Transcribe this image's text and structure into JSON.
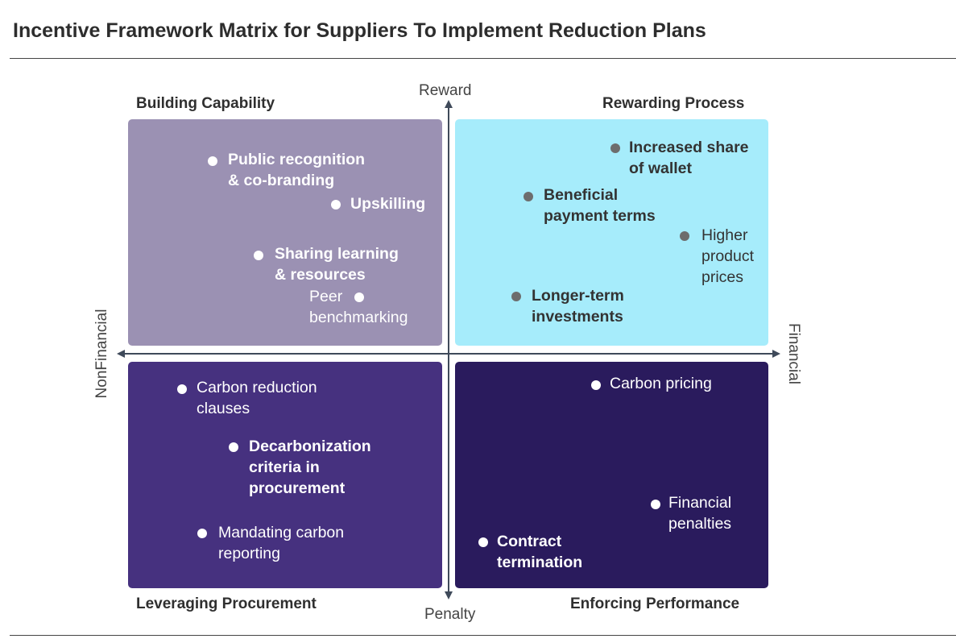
{
  "title": "Incentive Framework Matrix for Suppliers To Implement Reduction Plans",
  "axes": {
    "top": "Reward",
    "bottom": "Penalty",
    "left": "NonFinancial",
    "right": "Financial"
  },
  "quadrants": {
    "top_left": {
      "label": "Building Capability",
      "color": "#9b91b3"
    },
    "top_right": {
      "label": "Rewarding Process",
      "color": "#a6ecfb"
    },
    "bottom_left": {
      "label": "Leveraging Procurement",
      "color": "#46317f"
    },
    "bottom_right": {
      "label": "Enforcing Performance",
      "color": "#2a1b5d"
    }
  },
  "items": {
    "public_recognition": [
      "Public recognition",
      "& co-branding"
    ],
    "upskilling": [
      "Upskilling"
    ],
    "sharing_learning": [
      "Sharing learning",
      "& resources"
    ],
    "peer_benchmarking": [
      "Peer",
      "benchmarking"
    ],
    "increased_share": [
      "Increased share",
      "of wallet"
    ],
    "beneficial_payment": [
      "Beneficial",
      "payment terms"
    ],
    "higher_prices": [
      "Higher",
      "product",
      "prices"
    ],
    "longer_term": [
      "Longer-term",
      "investments"
    ],
    "carbon_reduction": [
      "Carbon reduction",
      "clauses"
    ],
    "decarbonization": [
      "Decarbonization",
      "criteria in",
      "procurement"
    ],
    "mandating_reporting": [
      "Mandating carbon",
      "reporting"
    ],
    "carbon_pricing": [
      "Carbon pricing"
    ],
    "financial_penalties": [
      "Financial",
      "penalties"
    ],
    "contract_termination": [
      "Contract",
      "termination"
    ]
  }
}
